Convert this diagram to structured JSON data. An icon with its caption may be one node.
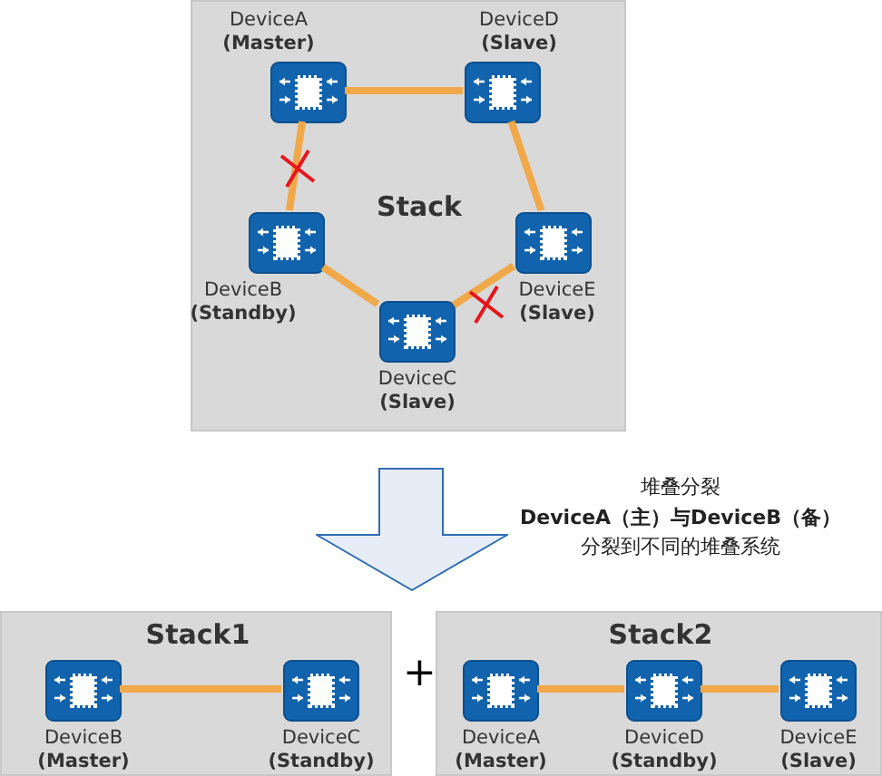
{
  "diagram": {
    "nodes": [
      {
        "text": [
          "Stack"
        ]
      },
      {
        "text": [
          "DeviceA",
          "(Master)"
        ],
        "in": 0
      },
      {
        "text": [
          "DeviceD",
          "(Slave)"
        ],
        "in": 0
      },
      {
        "text": [
          "DeviceB",
          "(Standby)"
        ],
        "in": 0
      },
      {
        "text": [
          "DeviceE",
          "(Slave)"
        ],
        "in": 0
      },
      {
        "text": [
          "DeviceC",
          "(Slave)"
        ],
        "in": 0
      },
      {
        "text": [],
        "shape": "arrow",
        "beside": [
          "堆叠分裂",
          "DeviceA（主）与DeviceB（备）",
          "分裂到不同的堆叠系统"
        ]
      },
      {
        "text": [
          "Stack1"
        ]
      },
      {
        "text": [
          "DeviceB",
          "(Master)"
        ],
        "in": 7
      },
      {
        "text": [
          "DeviceC",
          "(Standby)"
        ],
        "in": 7
      },
      {
        "text": [
          "Stack2"
        ]
      },
      {
        "text": [
          "DeviceA",
          "(Master)"
        ],
        "in": 10
      },
      {
        "text": [
          "DeviceD",
          "(Standby)"
        ],
        "in": 10
      },
      {
        "text": [
          "DeviceE",
          "(Slave)"
        ],
        "in": 10
      }
    ],
    "edges": [
      {
        "from": 1,
        "to": 2,
        "arrow": "none"
      },
      {
        "from": 2,
        "to": 4,
        "arrow": "none"
      },
      {
        "from": 4,
        "to": 5,
        "arrow": "none"
      },
      {
        "from": 5,
        "to": 3,
        "arrow": "none"
      },
      {
        "from": 3,
        "to": 1,
        "arrow": "none"
      },
      {
        "from": 8,
        "to": 9,
        "arrow": "none"
      },
      {
        "from": 11,
        "to": 12,
        "arrow": "none"
      },
      {
        "from": 12,
        "to": 13,
        "arrow": "none"
      }
    ],
    "labels": [
      "+"
    ]
  }
}
